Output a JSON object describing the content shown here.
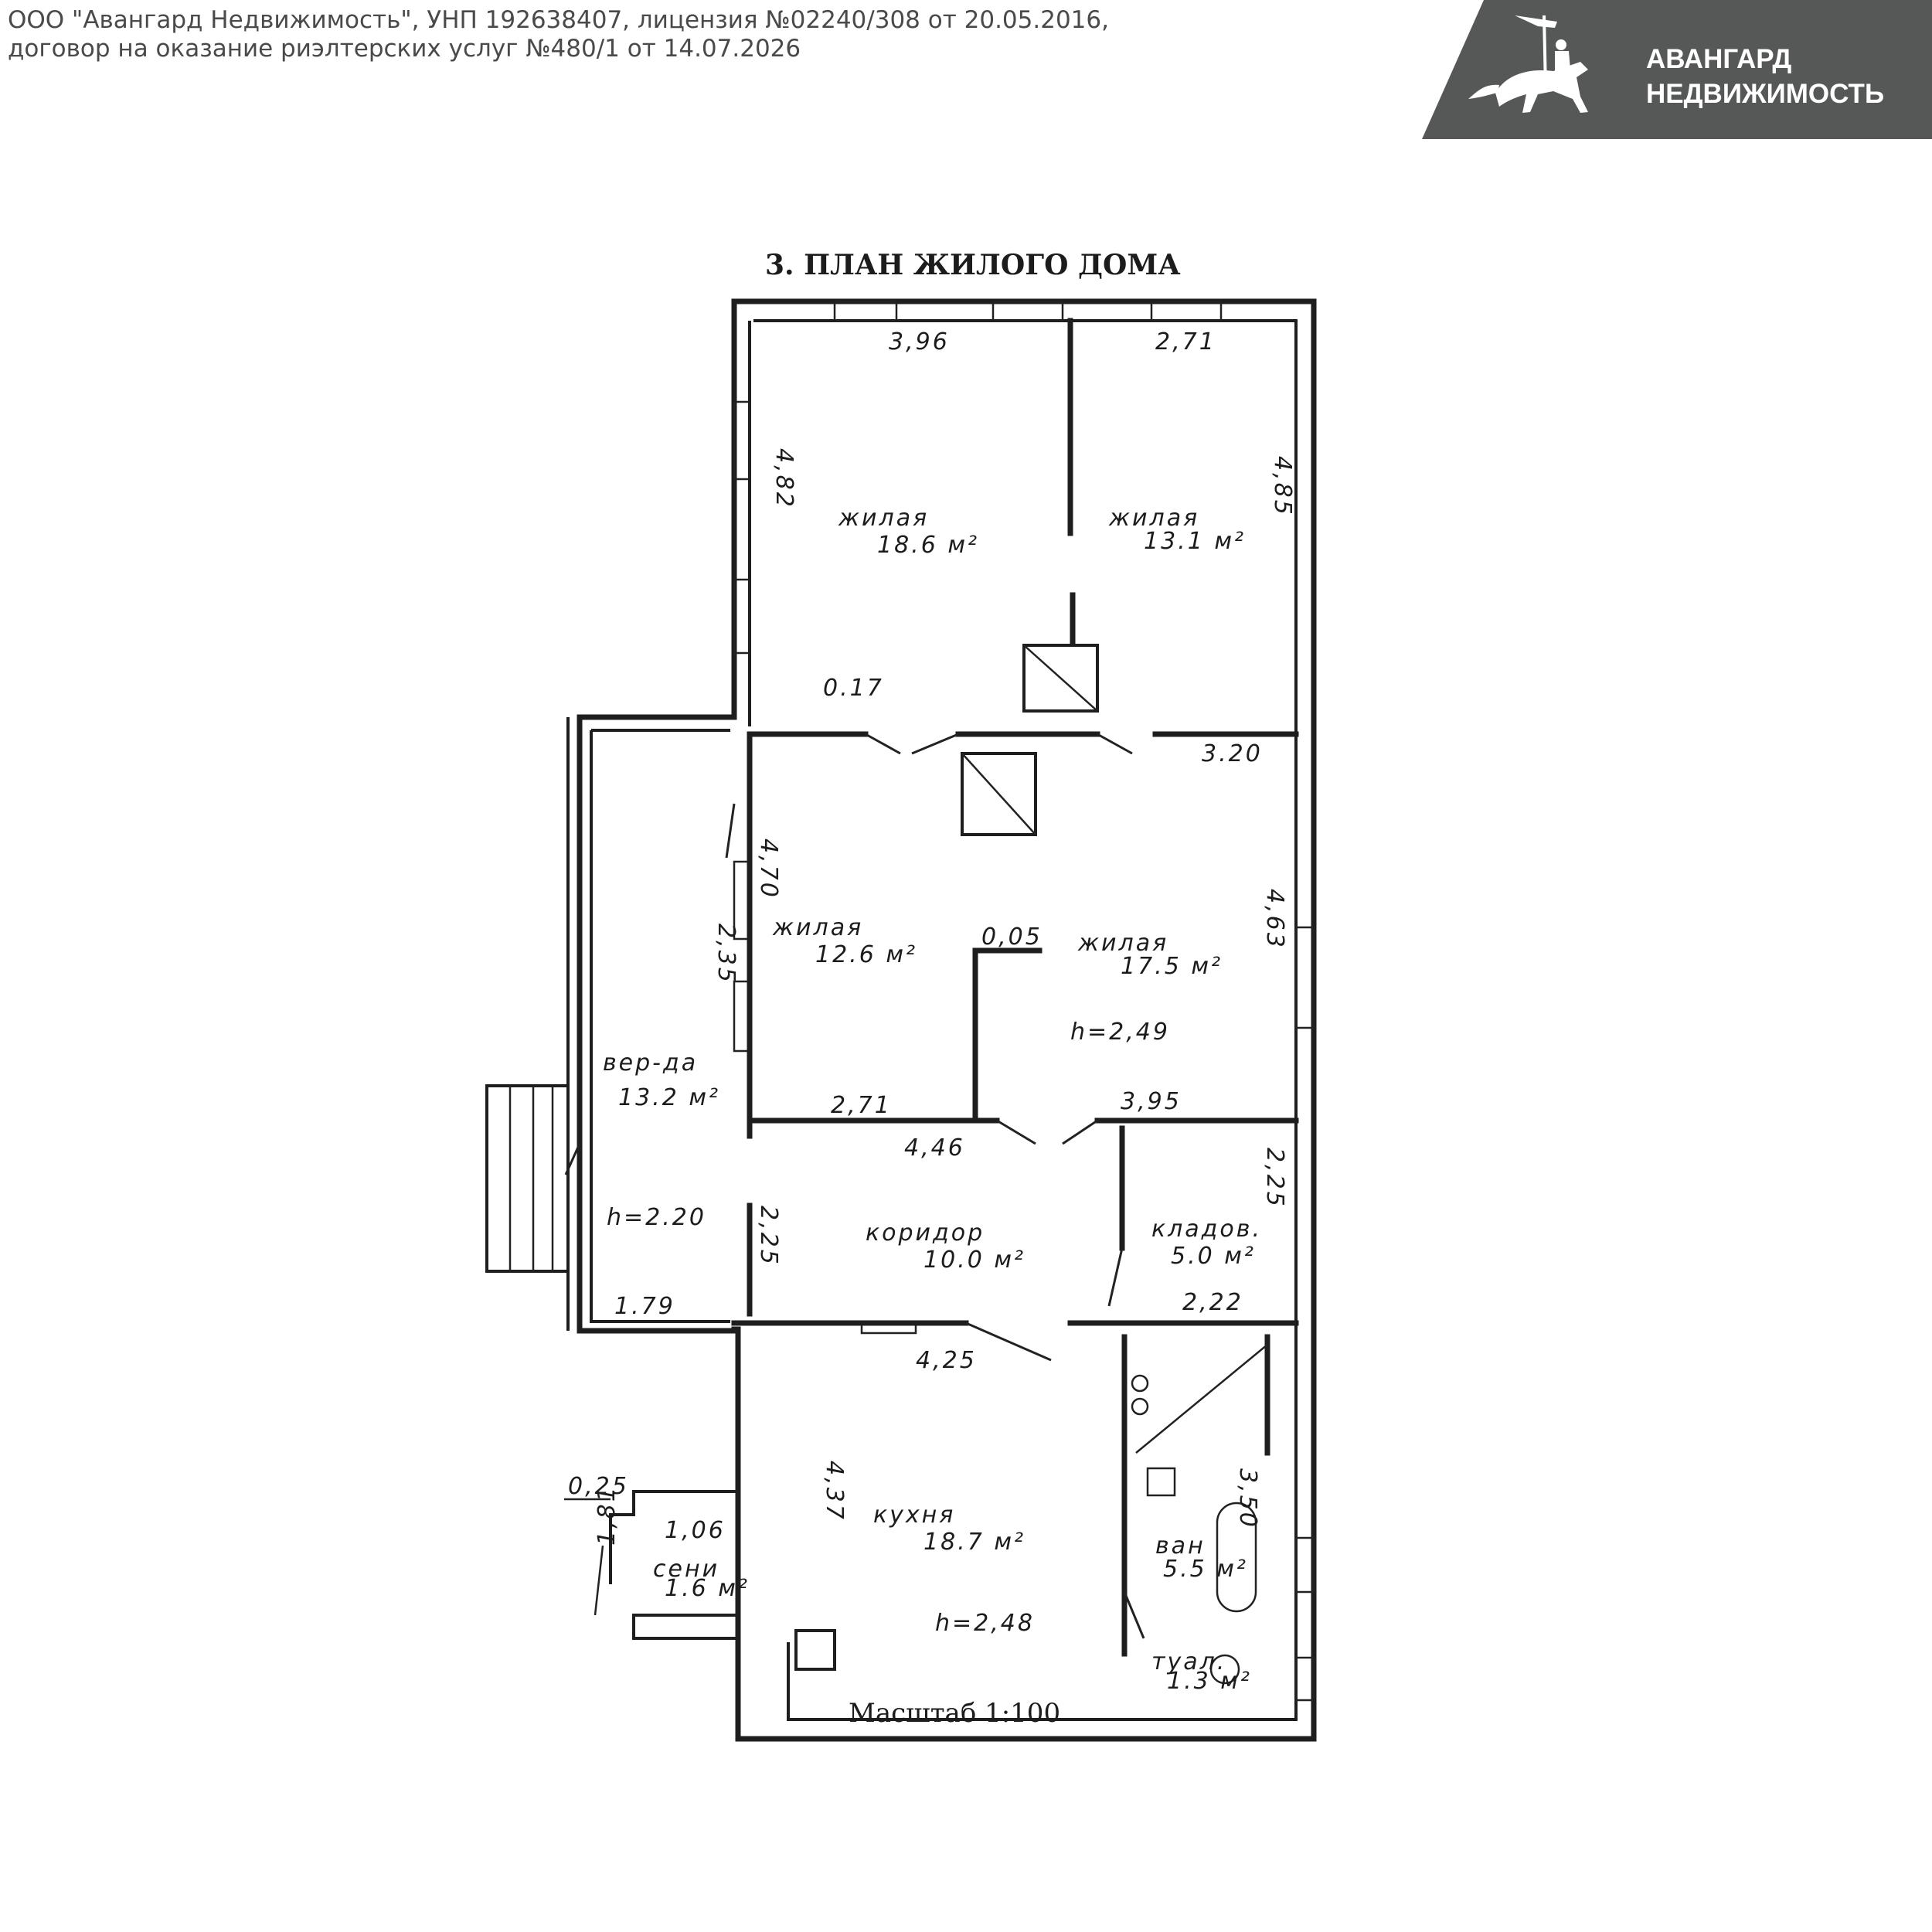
{
  "header": {
    "line1": "ООО \"Авангард Недвижимость\", УНП 192638407, лицензия №02240/308 от 20.05.2016,",
    "line2": "договор на оказание риэлтерских услуг №480/1 от 14.07.2026"
  },
  "logo": {
    "line1": "АВАНГАРД",
    "line2": "НЕДВИЖИМОСТЬ",
    "icon": "knight-on-horse-icon",
    "bg_color": "#555856",
    "text_color": "#ffffff"
  },
  "plan": {
    "title": "3. ПЛАН ЖИЛОГО ДОМА",
    "scale": "Масштаб 1:100",
    "rooms": [
      {
        "name": "жилая",
        "area": "18.6 м²"
      },
      {
        "name": "жилая",
        "area": "13.1 м²"
      },
      {
        "name": "жилая",
        "area": "12.6 м²"
      },
      {
        "name": "жилая",
        "area": "17.5 м²",
        "height": "h=2,49"
      },
      {
        "name": "вер-да",
        "area": "13.2 м²",
        "height": "h=2.20"
      },
      {
        "name": "коридор",
        "area": "10.0 м²"
      },
      {
        "name": "кладов.",
        "area": "5.0 м²"
      },
      {
        "name": "кухня",
        "area": "18.7 м²",
        "height": "h=2,48"
      },
      {
        "name": "сени",
        "area": "1.6 м²"
      },
      {
        "name": "ван",
        "area": "5.5 м²"
      },
      {
        "name": "туал.",
        "area": "1.3 м²"
      }
    ],
    "dims": [
      "3,96",
      "2,71",
      "4,82",
      "4,85",
      "0.17",
      "3.20",
      "4,70",
      "2,35",
      "0,05",
      "4,63",
      "2,71",
      "3,95",
      "4,46",
      "2,25",
      "2,25",
      "1.79",
      "2,22",
      "4,25",
      "4,37",
      "1,06",
      "0,25",
      "1,81",
      "3,50"
    ]
  }
}
